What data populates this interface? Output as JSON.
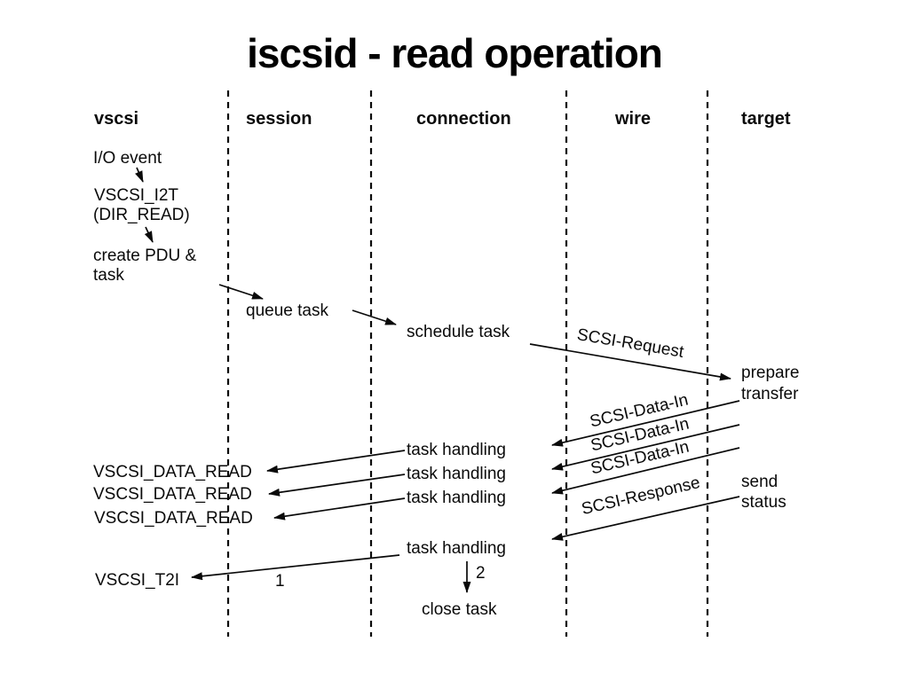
{
  "title": "iscsid - read operation",
  "lanes": {
    "vscsi": "vscsi",
    "session": "session",
    "connection": "connection",
    "wire": "wire",
    "target": "target"
  },
  "vscsi_column": {
    "io_event": "I/O event",
    "i2t_call": "VSCSI_I2T",
    "i2t_arg": "(DIR_READ)",
    "create_pdu_line1": "create PDU &",
    "create_pdu_line2": "task",
    "data_read": [
      "VSCSI_DATA_READ",
      "VSCSI_DATA_READ",
      "VSCSI_DATA_READ"
    ],
    "t2i_call": "VSCSI_T2I"
  },
  "session_column": {
    "queue_task": "queue task"
  },
  "connection_column": {
    "schedule_task": "schedule task",
    "task_handling": [
      "task handling",
      "task handling",
      "task handling",
      "task handling"
    ],
    "close_task": "close task"
  },
  "target_column": {
    "prepare_line1": "prepare",
    "prepare_line2": "transfer",
    "send_line1": "send",
    "send_line2": "status"
  },
  "wire_messages": {
    "request": "SCSI-Request",
    "data_in": [
      "SCSI-Data-In",
      "SCSI-Data-In",
      "SCSI-Data-In"
    ],
    "response": "SCSI-Response"
  },
  "step_numbers": {
    "step1": "1",
    "step2": "2"
  },
  "colors": {
    "ink": "#0a0a0a",
    "background": "#ffffff"
  }
}
